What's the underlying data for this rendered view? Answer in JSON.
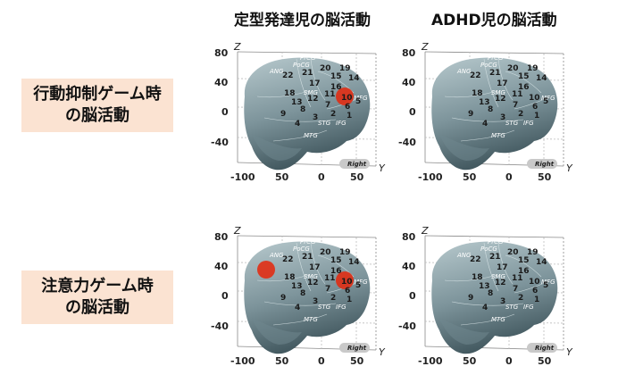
{
  "columns": [
    {
      "title": "定型発達児の脳活動"
    },
    {
      "title": "ADHD児の脳活動"
    }
  ],
  "rows": [
    {
      "label_line1": "行動抑制ゲーム時",
      "label_line2": "の脳活動"
    },
    {
      "label_line1": "注意力ゲーム時",
      "label_line2": "の脳活動"
    }
  ],
  "axis": {
    "z_label": "Z",
    "y_label": "Y",
    "z_ticks": [
      "80",
      "40",
      "0",
      "-40"
    ],
    "y_ticks": [
      "-100",
      "50",
      "0",
      "50"
    ]
  },
  "brain": {
    "orientation_label": "Right",
    "region_labels": {
      "ANG": "ANG",
      "PrCG": "PrCG",
      "PoCG": "PoCG",
      "SMG": "SMG",
      "MFG": "MFG",
      "STG": "STG",
      "IFG": "IFG",
      "MTG": "MTG"
    },
    "area_numbers": {
      "n22": "22",
      "n21": "21",
      "n20": "20",
      "n19": "19",
      "n15": "15",
      "n14": "14",
      "n18": "18",
      "n17": "17",
      "n16": "16",
      "n11": "11",
      "n10": "10",
      "n13": "13",
      "n12": "12",
      "n7": "7",
      "n6": "6",
      "n5": "5",
      "n8": "8",
      "n3": "3",
      "n2": "2",
      "n1": "1",
      "n9": "9",
      "n4": "4"
    }
  },
  "activation_color": "#e32a10",
  "panels": [
    {
      "row": "行動抑制ゲーム時の脳活動",
      "column": "定型発達児の脳活動",
      "active_areas": [
        "10"
      ]
    },
    {
      "row": "行動抑制ゲーム時の脳活動",
      "column": "ADHD児の脳活動",
      "active_areas": []
    },
    {
      "row": "注意力ゲーム時の脳活動",
      "column": "定型発達児の脳活動",
      "active_areas": [
        "22",
        "10"
      ]
    },
    {
      "row": "注意力ゲーム時の脳活動",
      "column": "ADHD児の脳活動",
      "active_areas": []
    }
  ]
}
